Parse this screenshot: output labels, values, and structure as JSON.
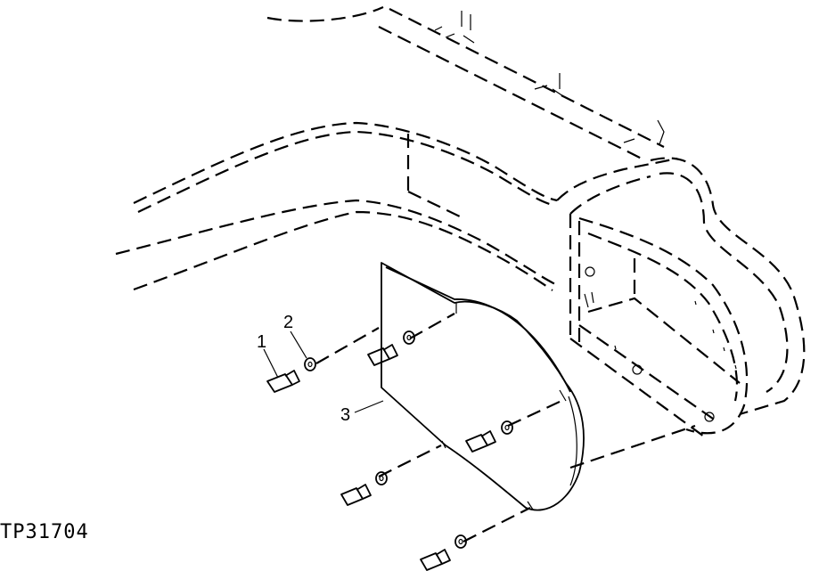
{
  "diagram": {
    "figure_code": "TP31704",
    "callouts": [
      {
        "id": "1",
        "label": "1"
      },
      {
        "id": "2",
        "label": "2"
      },
      {
        "id": "3",
        "label": "3"
      }
    ]
  }
}
